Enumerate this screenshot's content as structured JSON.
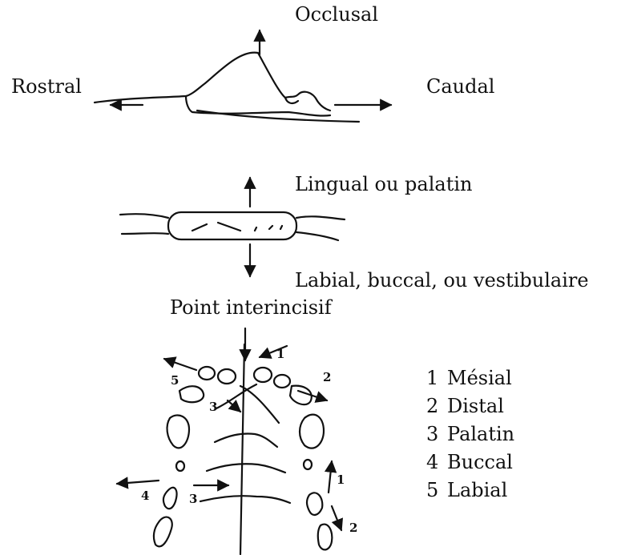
{
  "side_view": {
    "top_label": "Occlusal",
    "left_label": "Rostral",
    "right_label": "Caudal"
  },
  "occlusal_view": {
    "top_label": "Lingual ou palatin",
    "bottom_label": "Labial, buccal, ou vestibulaire"
  },
  "palate_view": {
    "title": "Point interincisif",
    "arrow_numbers": [
      "1",
      "2",
      "3",
      "4",
      "5"
    ],
    "legend": [
      {
        "num": "1",
        "label": "Mésial"
      },
      {
        "num": "2",
        "label": "Distal"
      },
      {
        "num": "3",
        "label": "Palatin"
      },
      {
        "num": "4",
        "label": "Buccal"
      },
      {
        "num": "5",
        "label": "Labial"
      }
    ]
  },
  "colors": {
    "ink": "#111111",
    "background": "#ffffff"
  }
}
